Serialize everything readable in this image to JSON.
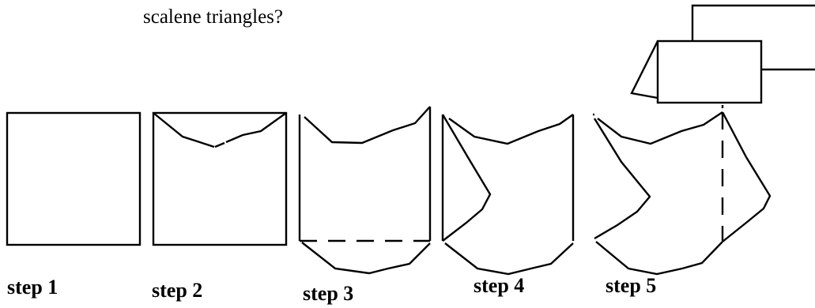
{
  "question": {
    "text": "scalene triangles?"
  },
  "steps": [
    {
      "label": "step 1"
    },
    {
      "label": "step 2"
    },
    {
      "label": "step 3"
    },
    {
      "label": "step 4"
    },
    {
      "label": "step 5"
    }
  ]
}
